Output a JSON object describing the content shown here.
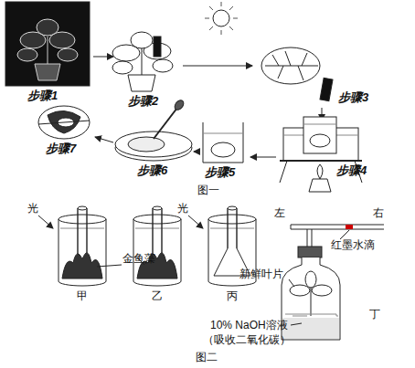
{
  "diagram": {
    "labels": [
      "步骤1",
      "步骤2",
      "步骤3",
      "步骤4",
      "步骤5",
      "步骤6",
      "步骤7",
      "图一",
      "光",
      "光",
      "金鱼藻",
      "甲",
      "乙",
      "丙",
      "左",
      "右",
      "红墨水滴",
      "新鲜叶片",
      "10% NaOH溶液",
      "（吸收二氧化碳）",
      "丁",
      "图二"
    ]
  }
}
